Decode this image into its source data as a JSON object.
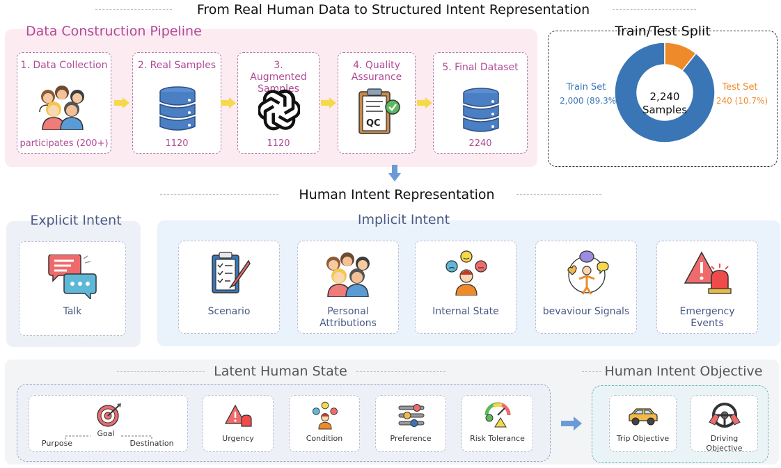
{
  "top_title": "From Real Human Data to Structured Intent Representation",
  "pipeline": {
    "title": "Data Construction Pipeline",
    "steps": [
      {
        "label": "1. Data Collection",
        "value": "participates (200+)"
      },
      {
        "label": "2. Real Samples",
        "value": "1120"
      },
      {
        "label": "3. Augmented Samples",
        "value": "1120"
      },
      {
        "label": "4. Quality Assurance",
        "value": ""
      },
      {
        "label": "5. Final Dataset",
        "value": "2240"
      }
    ],
    "qc_text": "QC"
  },
  "split": {
    "title": "Train/Test Split",
    "center_value": "2,240",
    "center_label": "Samples",
    "train_name": "Train Set",
    "train_value": "2,000 (89.3%)",
    "test_name": "Test Set",
    "test_value": "240 (10.7%)"
  },
  "chart_data": {
    "type": "pie",
    "categories": [
      "Train Set",
      "Test Set"
    ],
    "values": [
      2000,
      240
    ],
    "colors": [
      "#3a75b6",
      "#ef8a2a"
    ]
  },
  "intent_rep": {
    "title": "Human Intent Representation",
    "explicit_title": "Explicit Intent",
    "explicit_items": [
      {
        "label": "Talk"
      }
    ],
    "implicit_title": "Implicit Intent",
    "implicit_items": [
      {
        "label": "Scenario"
      },
      {
        "label": "Personal Attributions"
      },
      {
        "label": "Internal State"
      },
      {
        "label": "bevaviour Signals"
      },
      {
        "label": "Emergency Events"
      }
    ]
  },
  "latent": {
    "title": "Latent Human State",
    "goal": {
      "label": "Goal",
      "left": "Purpose",
      "right": "Destination"
    },
    "items": [
      {
        "label": "Urgency"
      },
      {
        "label": "Condition"
      },
      {
        "label": "Preference"
      },
      {
        "label": "Risk Tolerance"
      }
    ]
  },
  "objective": {
    "title": "Human Intent Objective",
    "items": [
      {
        "label": "Trip Objective"
      },
      {
        "label": "Driving Objective"
      }
    ]
  },
  "colors": {
    "pipeline_bg": "#fcebf1",
    "intent_bg": "#eaf2fb",
    "explicit_bg": "#eef0f8",
    "latent_bg": "#f2f4f5",
    "accent_purple": "#b04a96",
    "arrow_yellow": "#f6d84a",
    "arrow_blue": "#6a9bd6"
  }
}
